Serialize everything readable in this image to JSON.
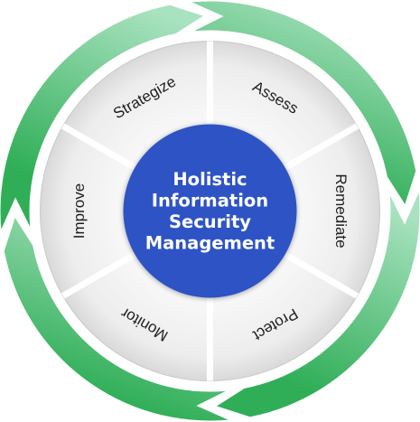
{
  "center": {
    "lines": [
      "Holistic",
      "Information",
      "Security",
      "Management"
    ],
    "color": "#2f52c4"
  },
  "segments": [
    {
      "label": "Assess"
    },
    {
      "label": "Remediate"
    },
    {
      "label": "Protect"
    },
    {
      "label": "Monitor"
    },
    {
      "label": "Improve"
    },
    {
      "label": "Strategize"
    }
  ],
  "colors": {
    "arrow_light": "#a9e2c0",
    "arrow_dark": "#2fae57",
    "ring_fill": "#f1f1f1",
    "ring_shadow": "#c9c9c9",
    "divider": "#ffffff",
    "label_text": "#1e1e1e"
  }
}
